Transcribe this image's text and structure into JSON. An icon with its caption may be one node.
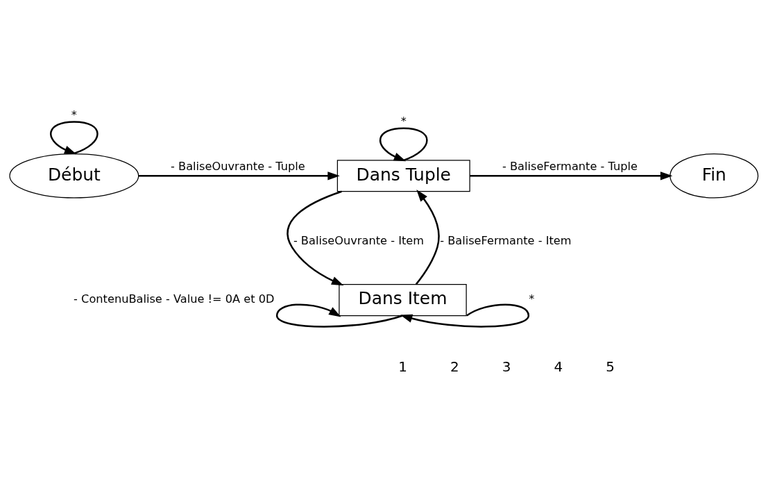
{
  "diagram": {
    "nodes": [
      {
        "text": [
          "Début"
        ]
      },
      {
        "text": [
          "Dans Tuple"
        ]
      },
      {
        "text": [
          "Fin"
        ]
      },
      {
        "text": [
          "Dans Item"
        ]
      }
    ],
    "edges": [
      {
        "from": 0,
        "to": 0,
        "arrow": "to",
        "label": "*"
      },
      {
        "from": 0,
        "to": 1,
        "arrow": "to",
        "label": "- BaliseOuvrante - Tuple"
      },
      {
        "from": 1,
        "to": 1,
        "arrow": "to",
        "label": "*"
      },
      {
        "from": 1,
        "to": 2,
        "arrow": "to",
        "label": "- BaliseFermante - Tuple"
      },
      {
        "from": 1,
        "to": 3,
        "arrow": "to",
        "label": "- BaliseOuvrante - Item"
      },
      {
        "from": 3,
        "to": 1,
        "arrow": "to",
        "label": "- BaliseFermante - Item"
      },
      {
        "from": 3,
        "to": 3,
        "arrow": "to",
        "label": "- ContenuBalise - Value != 0A et 0D"
      },
      {
        "from": 3,
        "to": 3,
        "arrow": "to",
        "label": "*"
      }
    ],
    "labels": [
      "1",
      "2",
      "3",
      "4",
      "5"
    ]
  }
}
